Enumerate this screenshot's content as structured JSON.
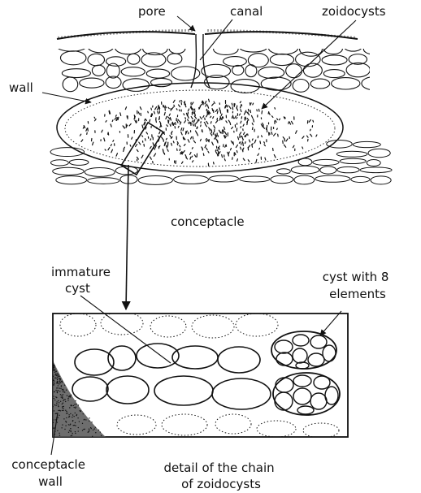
{
  "labels": {
    "pore": "pore",
    "canal": "canal",
    "zoidocysts": "zoidocysts",
    "wall": "wall",
    "conceptacle": "conceptacle",
    "immature_line1": "immature",
    "immature_line2": "cyst",
    "cyst8_line1": "cyst with 8",
    "cyst8_line2": "elements",
    "cwall_line1": "conceptacle",
    "cwall_line2": "wall",
    "detail_line1": "detail of the chain",
    "detail_line2": "of zoidocysts"
  },
  "colors": {
    "ink": "#111111",
    "background": "#ffffff"
  }
}
